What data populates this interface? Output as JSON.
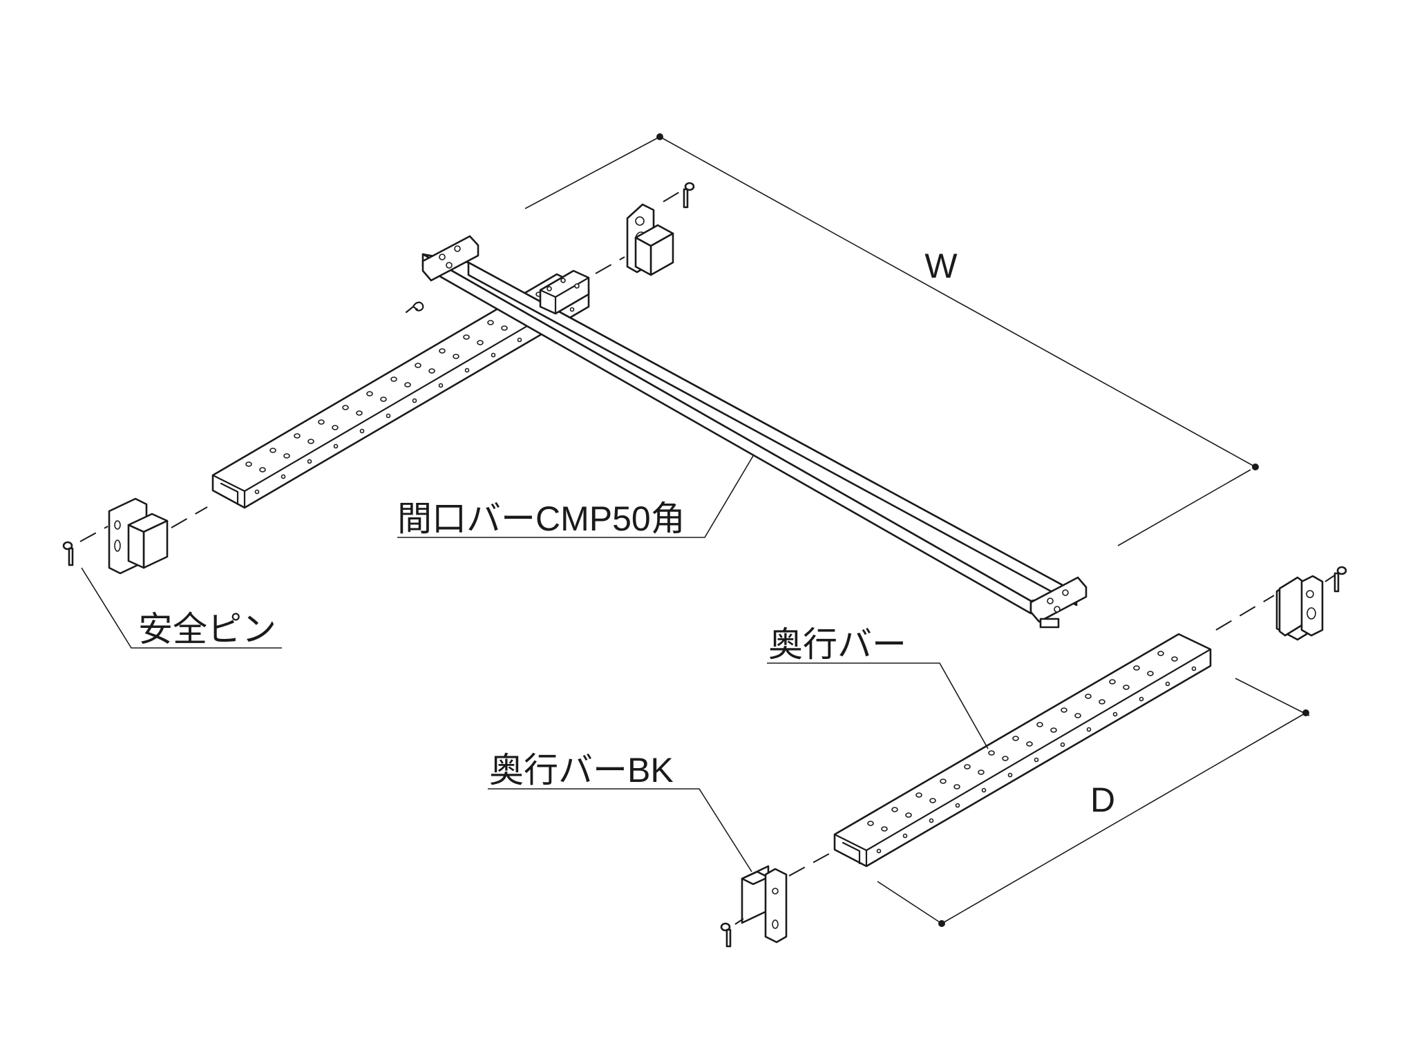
{
  "labels": {
    "frontage_bar": "間口バーCMP50角",
    "safety_pin": "安全ピン",
    "depth_bar": "奥行バー",
    "depth_bar_bk": "奥行バーBK"
  },
  "dimensions": {
    "width": "W",
    "depth": "D"
  }
}
